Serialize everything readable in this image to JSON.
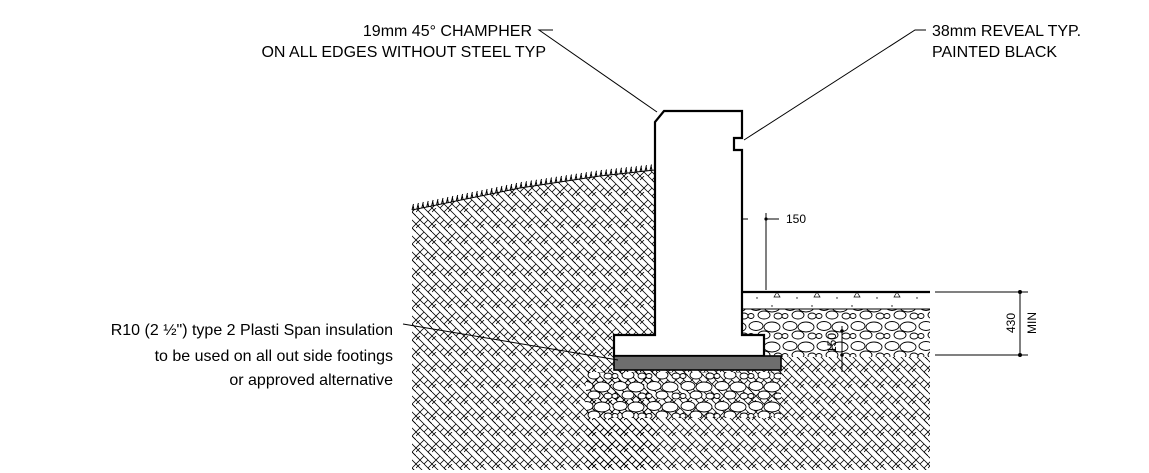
{
  "notes": {
    "chamfer_line1": "19mm 45° CHAMPHER",
    "chamfer_line2": "ON ALL EDGES WITHOUT STEEL TYP",
    "reveal_line1": "38mm REVEAL TYP.",
    "reveal_line2": "PAINTED BLACK",
    "insulation_line1": "R10 (2 ½\") type 2 Plasti Span insulation",
    "insulation_line2": "to be used on all out side footings",
    "insulation_line3": "or approved alternative"
  },
  "dimensions": {
    "wall_offset": "150",
    "slab_depth_value": "430",
    "slab_depth_suffix": "MIN",
    "gravel_depth": "150"
  },
  "colors": {
    "ink": "#000000",
    "insulation_fill": "#6e6e6e",
    "paper": "#ffffff"
  }
}
